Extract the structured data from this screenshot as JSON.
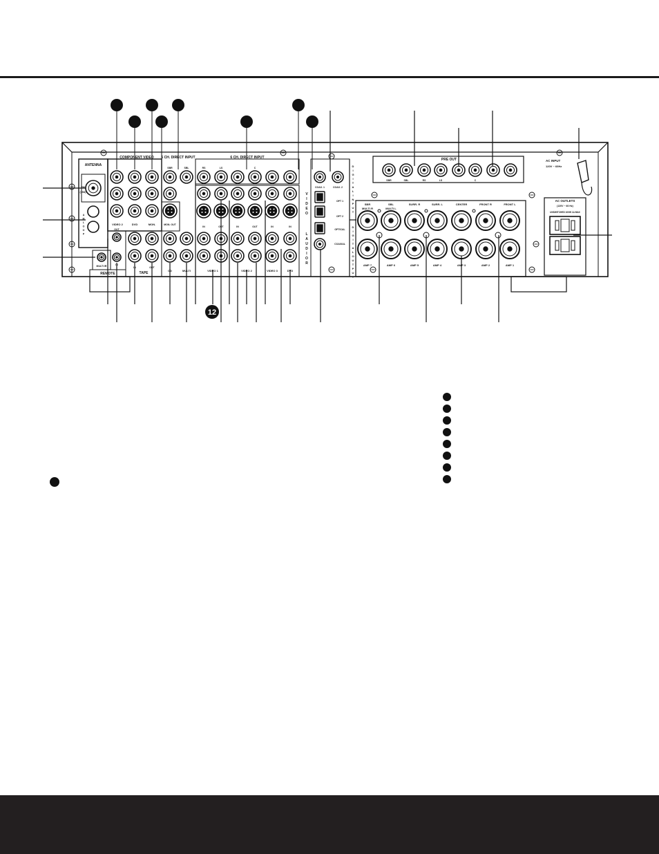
{
  "colors": {
    "ink": "#111111",
    "rule": "#1a1a1a",
    "footer": "#231f20",
    "background": "#ffffff"
  },
  "panel": {
    "antenna": {
      "title": "ANTENNA",
      "am_label": "AM",
      "fm_label": "FM",
      "fm_ohm": "(75Ω)",
      "loop_label": "AM LOOP"
    },
    "remote": {
      "title": "REMOTE",
      "multi_in": "MULTI IR",
      "out": "OUT",
      "in": "IN"
    },
    "component_video": {
      "title": "COMPONENT VIDEO",
      "sub_labels": [
        "VIDEO 2",
        "DVD",
        "MON."
      ]
    },
    "six_ch_direct_left": {
      "title": "6 CH. DIRECT INPUT",
      "labels": [
        "SBR",
        "SBL"
      ]
    },
    "six_ch_direct_right": {
      "title": "6 CH. DIRECT INPUT",
      "labels": [
        "RS",
        "LS",
        "C"
      ]
    },
    "monitor_out": {
      "label": "MON. OUT"
    },
    "tape": {
      "title": "TAPE",
      "in": "IN",
      "out": "OUT"
    },
    "cd": {
      "label": "CD"
    },
    "multi": {
      "label": "MULTI"
    },
    "video_groups": [
      {
        "label": "VIDEO 1",
        "in": "IN",
        "out": "OUT"
      },
      {
        "label": "VIDEO 2",
        "in": "IN",
        "out": "OUT"
      },
      {
        "label": "VIDEO 3",
        "in": "IN"
      },
      {
        "label": "DVD",
        "in": "IN"
      }
    ],
    "vertical_video": "VIDEO",
    "vertical_audio": "L AUDIO R",
    "digital_input": {
      "title": "DIGITAL INPUT",
      "coax_1": "COAX. 1",
      "coax_2": "COAX. 2",
      "opt_1": "OPT 1",
      "opt_2": "OPT 2"
    },
    "digital_output": {
      "title": "DIGITAL OUTPUT",
      "optical": "OPTICAL",
      "coaxial": "COAXIAL"
    },
    "pre_out": {
      "title": "PRE OUT",
      "labels": [
        "SBR",
        "SBL",
        "RS",
        "LS",
        "",
        "C",
        "",
        ""
      ]
    },
    "ac_input": {
      "title": "AC INPUT",
      "rating": "120V ~ 60Hz"
    },
    "speakers": {
      "top": [
        "SBR / MULTI R",
        "SBL / MULTI L",
        "SURR. R",
        "SURR. L",
        "CENTER",
        "FRONT R",
        "FRONT L"
      ],
      "bottom": [
        "AMP 7",
        "AMP 6",
        "AMP 5",
        "AMP 4",
        "AMP 3",
        "AMP 2",
        "AMP 1"
      ]
    },
    "ac_outlets": {
      "title": "AC OUTLETS",
      "rating": "(120V ~ 60 Hz)",
      "note": "UNSWITCHED 100W 1A MAX"
    },
    "callout_twelve": "12"
  }
}
